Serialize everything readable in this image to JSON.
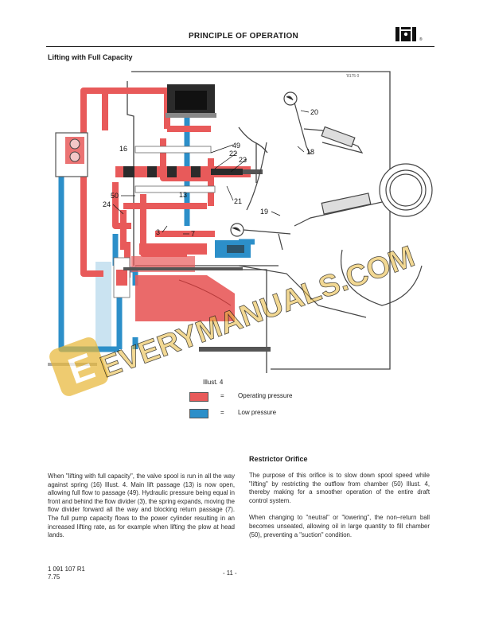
{
  "header": {
    "title": "PRINCIPLE OF OPERATION",
    "logo": "IH logo"
  },
  "section": {
    "title": "Lifting with Full Capacity"
  },
  "diagram": {
    "code": "'8175 0",
    "callouts": [
      "20",
      "16",
      "49",
      "22",
      "23",
      "18",
      "50",
      "24",
      "13",
      "21",
      "19",
      "3",
      "7"
    ],
    "colors": {
      "operating": "#e85a5a",
      "low": "#2c8fc9",
      "dark": "#2b2b2b"
    }
  },
  "caption": "Illust. 4",
  "legend": [
    {
      "color": "#e85a5a",
      "equals": "=",
      "label": "Operating pressure"
    },
    {
      "color": "#2c8fc9",
      "equals": "=",
      "label": "Low pressure"
    }
  ],
  "left_column": {
    "text": "When \"lifting with full capacity\", the valve spool is run in all the way against spring (16) Illust. 4. Main lift passage (13) is now open, allowing full flow to passage (49). Hydraulic pressure being equal in front and behind the flow divider (3), the spring expands, moving the flow divider forward all the way and blocking return passage (7). The full pump capacity flows to the power cylinder resulting in an increased lifting rate, as for example when lifting the plow at head lands."
  },
  "right_column": {
    "title": "Restrictor Orifice",
    "paragraph1": "The purpose of this orifice is to slow down spool speed while \"lifting\" by restricting the outflow from chamber (50) Illust. 4, thereby making for a smoother operation of the entire draft control system.",
    "paragraph2": "When changing to \"neutral\" or \"lowering\", the non–return ball becomes unseated, allowing oil in large quantity to fill chamber (50), preventing a \"suction\" condition."
  },
  "footer": {
    "doc_number": "1 091 107 R1",
    "date": "7.75",
    "page": "- 11 -"
  },
  "watermark": {
    "letter": "E",
    "text": "EVERYMANUALS.COM",
    "color": "#e8b83a"
  }
}
